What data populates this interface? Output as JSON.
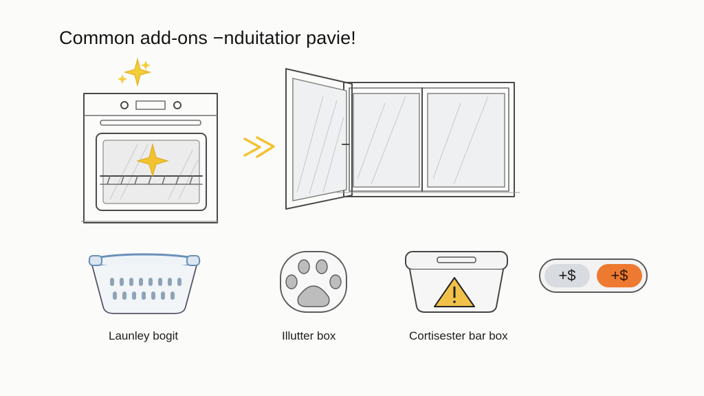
{
  "title": "Common add-ons −nduitatior pavie!",
  "items": [
    {
      "label": "Launley bogit",
      "icon": "laundry-basket-icon"
    },
    {
      "label": "Illutter box",
      "icon": "paw-icon"
    },
    {
      "label": "Cortisester bar box",
      "icon": "container-warning-icon"
    }
  ],
  "toggle": {
    "left_label": "+$",
    "right_label": "+$",
    "selected": "right"
  },
  "colors": {
    "accent": "#ee7a31",
    "sparkle": "#f2c230",
    "basket": "#6a8fb8",
    "warning": "#f2c14a"
  },
  "illustrations": [
    "oven-icon",
    "sparkle-icon",
    "arrow-icon",
    "window-icon"
  ]
}
